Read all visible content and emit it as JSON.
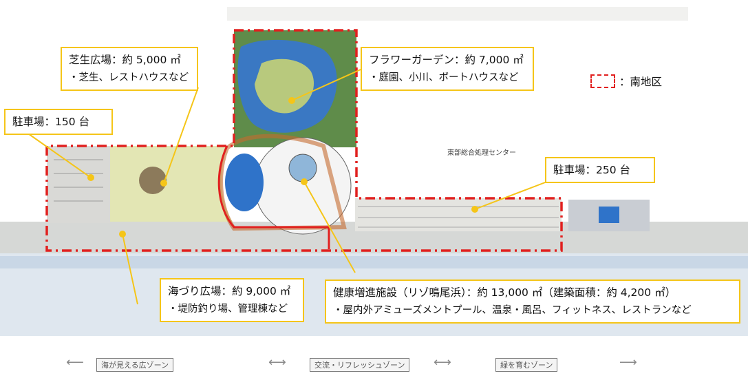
{
  "callouts": {
    "lawn": {
      "title": "芝生広場：約 5,000 ㎡",
      "detail": "・芝生、レストハウスなど"
    },
    "flower": {
      "title": "フラワーガーデン：約 7,000 ㎡",
      "detail": "・庭園、小川、ボートハウスなど"
    },
    "parking_west": {
      "title": "駐車場：150 台"
    },
    "parking_east": {
      "title": "駐車場：250 台"
    },
    "fishing": {
      "title": "海づり広場：約 9,000 ㎡",
      "detail": "・堤防釣り場、管理棟など"
    },
    "health": {
      "title": "健康増進施設（リゾ鳴尾浜）：約 13,000 ㎡（建築面積：約 4,200 ㎡）",
      "detail": "・屋内外アミューズメントプール、温泉・風呂、フィットネス、レストランなど"
    }
  },
  "legend": {
    "label": "：南地区"
  },
  "plan_labels": {
    "incinerator": "東部総合処理センター"
  },
  "zones": [
    "海が見える広ゾーン",
    "交流・リフレッシュゾーン",
    "緑を育むゾーン"
  ],
  "colors": {
    "boundary": "#e1201f",
    "callout_border": "#f5c518",
    "water": "#2f73c9",
    "lawn": "#e3e6b4"
  }
}
